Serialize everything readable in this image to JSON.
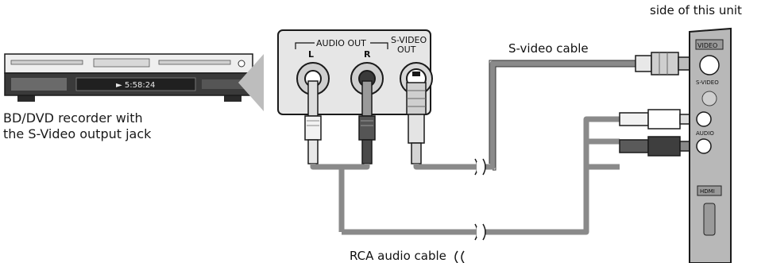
{
  "recorder": {
    "display_text": "► 5:58:24",
    "caption_line1": "BD/DVD recorder with",
    "caption_line2": "the S-Video output jack"
  },
  "jack_panel": {
    "audio_out_label": "AUDIO OUT",
    "left_label": "L",
    "right_label": "R",
    "svideo_label_line1": "S-VIDEO",
    "svideo_label_line2": "OUT"
  },
  "cables": {
    "svideo_cable_label": "S-video cable",
    "rca_audio_cable_label": "RCA audio cable"
  },
  "unit": {
    "side_label": "side of this unit",
    "video_label": "VIDEO",
    "svideo_jack_label": "S-VIDEO",
    "audio_label": "AUDIO",
    "hdmi_label": "HDMI"
  },
  "colors": {
    "cable_gray": "#8a8a8a",
    "panel_gray": "#b8b8b8",
    "arrow_gray": "#bdbdbd",
    "outline": "#1a1a1a"
  }
}
